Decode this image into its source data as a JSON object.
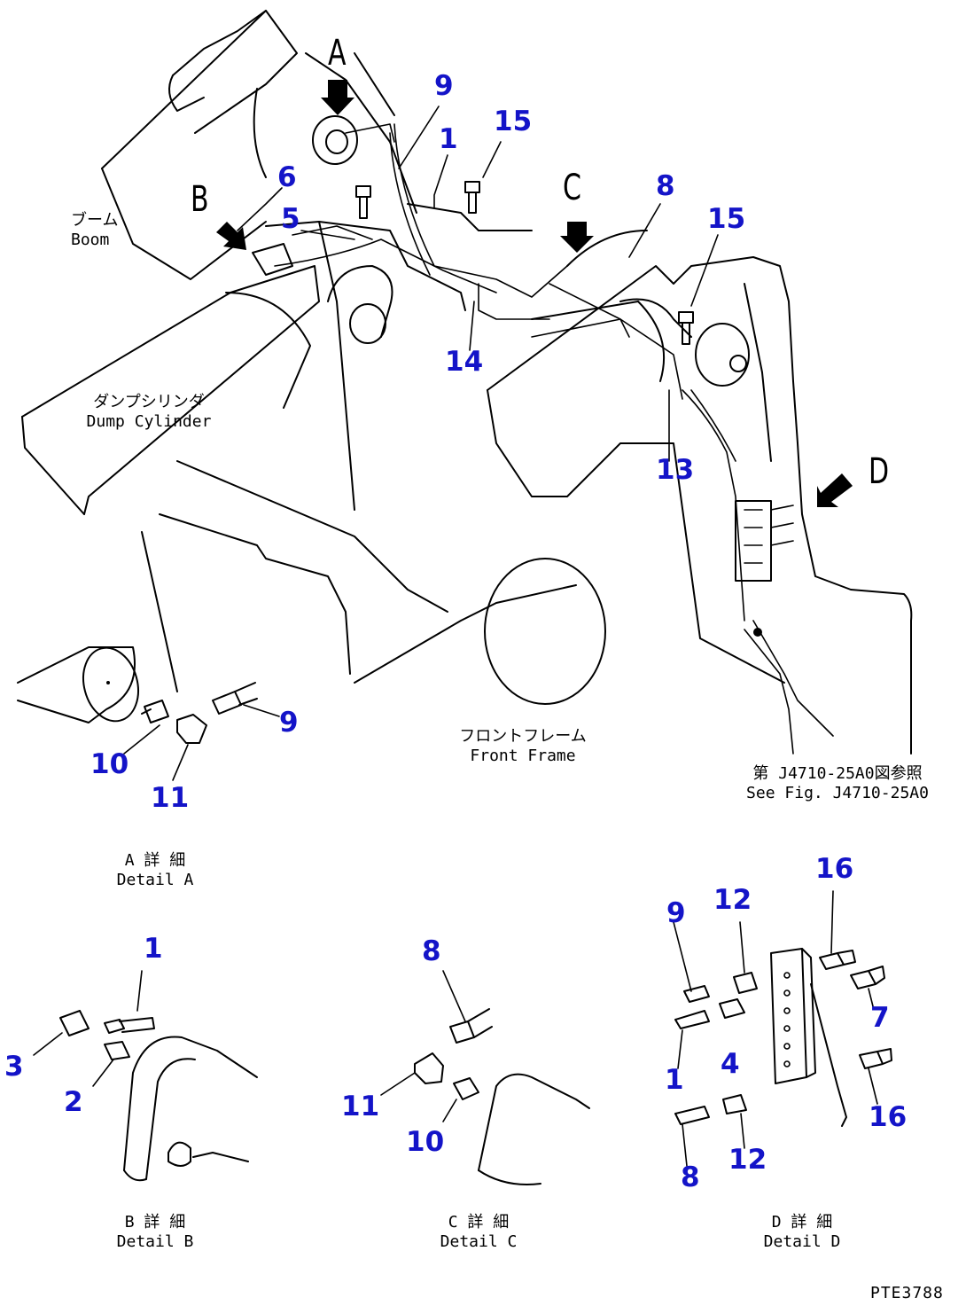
{
  "view_letters": [
    "A",
    "B",
    "C",
    "D"
  ],
  "callouts": {
    "main": [
      "9",
      "1",
      "15",
      "6",
      "5",
      "8",
      "15",
      "14",
      "13"
    ],
    "detail_a": [
      "9",
      "10",
      "11"
    ],
    "detail_b": [
      "1",
      "3",
      "2"
    ],
    "detail_c": [
      "8",
      "11",
      "10"
    ],
    "detail_d": [
      "16",
      "9",
      "12",
      "7",
      "1",
      "4",
      "16",
      "8",
      "12"
    ]
  },
  "labels": {
    "boom_jp": "ブーム",
    "boom_en": "Boom",
    "dump_cyl_jp": "ダンプシリンダ",
    "dump_cyl_en": "Dump Cylinder",
    "front_frame_jp": "フロントフレーム",
    "front_frame_en": "Front Frame",
    "see_fig_jp": "第 J4710-25A0図参照",
    "see_fig_en": "See Fig. J4710-25A0",
    "detail_a_jp": "A 詳 細",
    "detail_a_en": "Detail A",
    "detail_b_jp": "B 詳 細",
    "detail_b_en": "Detail B",
    "detail_c_jp": "C 詳 細",
    "detail_c_en": "Detail C",
    "detail_d_jp": "D 詳 細",
    "detail_d_en": "Detail D"
  },
  "drawing_code": "PTE3788"
}
